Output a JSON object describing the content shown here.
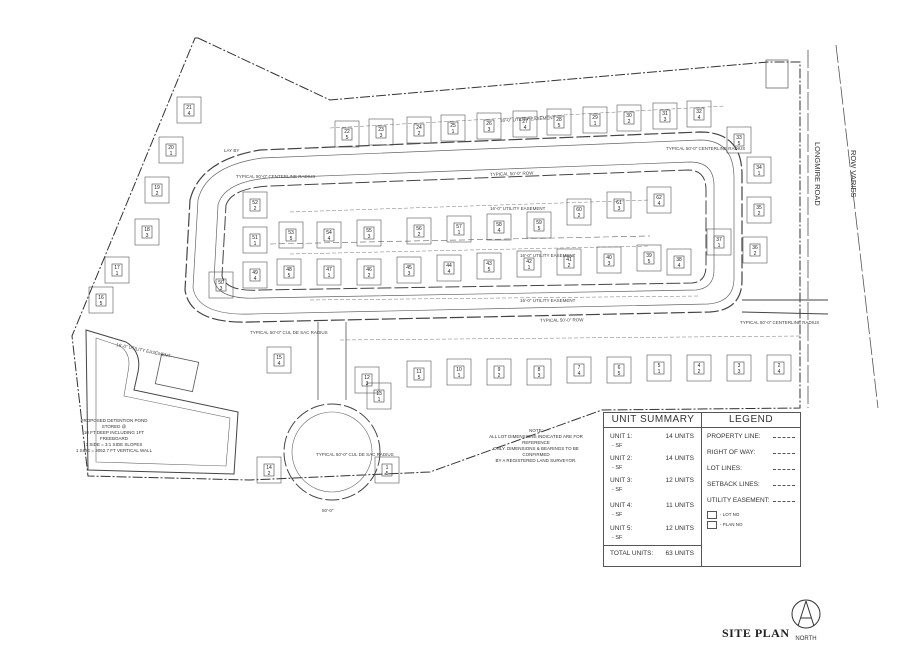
{
  "title": "SITE PLAN",
  "north_label": "NORTH",
  "road": {
    "name": "LONGMIRE ROAD",
    "row": "ROW VARIES"
  },
  "note": [
    "NOTE:",
    "ALL LOT DIMENSIONS INDICATED ARE FOR REFERENCE",
    "ONLY. DIMENSIONS & BEARINGS TO BE CONFIRMED",
    "BY A REGISTERED LAND SURVEYOR."
  ],
  "pond": [
    "PROPOSED DETENTION POND",
    "STORED @",
    "10 FT DEEP INCLUDING 1FT",
    "FREEBOARD",
    "3 SIDE = 3:1 SIDE SLOPES",
    "1 SIDE = 3052.7 FT VERTICAL WALL"
  ],
  "labels": {
    "row_typical": "TYPICAL 50'-0\" ROW",
    "centerline": "TYPICAL 50'-0\" CENTERLINE RADIUS",
    "utility": "16'-0\" UTILITY EASEMENT",
    "cul_de_sac": "TYPICAL 50'-0\" CUL DE SAC RADIUS",
    "cul_dim": "50'-0\"",
    "lay_by": "LAY BY"
  },
  "unit_summary": {
    "title": "UNIT SUMMARY",
    "rows": [
      {
        "unit": "UNIT 1:",
        "value": "14 UNITS",
        "sf": "- SF"
      },
      {
        "unit": "UNIT 2:",
        "value": "14 UNITS",
        "sf": "- SF"
      },
      {
        "unit": "UNIT 3:",
        "value": "12 UNITS",
        "sf": "- SF"
      },
      {
        "unit": "UNIT 4:",
        "value": "11 UNITS",
        "sf": "- SF"
      },
      {
        "unit": "UNIT 5:",
        "value": "12 UNITS",
        "sf": "- SF"
      }
    ],
    "total_label": "TOTAL UNITS:",
    "total_value": "63 UNITS"
  },
  "legend": {
    "title": "LEGEND",
    "items": [
      "PROPERTY LINE:",
      "RIGHT OF WAY:",
      "LOT LINES:",
      "SETBACK LINES:",
      "UTILITY EASEMENT:"
    ],
    "key": [
      "- LOT NO",
      "- PLAN NO"
    ]
  },
  "lots": [
    {
      "n": "22",
      "p": "5"
    },
    {
      "n": "23",
      "p": "3"
    },
    {
      "n": "24",
      "p": "2"
    },
    {
      "n": "25",
      "p": "1"
    },
    {
      "n": "26",
      "p": "3"
    },
    {
      "n": "27",
      "p": "4"
    },
    {
      "n": "28",
      "p": "5"
    },
    {
      "n": "29",
      "p": "1"
    },
    {
      "n": "30",
      "p": "2"
    },
    {
      "n": "31",
      "p": "3"
    },
    {
      "n": "32",
      "p": "4"
    },
    {
      "n": "33",
      "p": "5"
    },
    {
      "n": "34",
      "p": "1"
    },
    {
      "n": "35",
      "p": "2"
    },
    {
      "n": "21",
      "p": "4"
    },
    {
      "n": "20",
      "p": "1"
    },
    {
      "n": "19",
      "p": "2"
    },
    {
      "n": "18",
      "p": "3"
    },
    {
      "n": "17",
      "p": "1"
    },
    {
      "n": "16",
      "p": "5"
    },
    {
      "n": "52",
      "p": "2"
    },
    {
      "n": "51",
      "p": "1"
    },
    {
      "n": "50",
      "p": "3"
    },
    {
      "n": "53",
      "p": "5"
    },
    {
      "n": "54",
      "p": "4"
    },
    {
      "n": "55",
      "p": "3"
    },
    {
      "n": "56",
      "p": "2"
    },
    {
      "n": "57",
      "p": "1"
    },
    {
      "n": "58",
      "p": "4"
    },
    {
      "n": "59",
      "p": "5"
    },
    {
      "n": "60",
      "p": "2"
    },
    {
      "n": "61",
      "p": "3"
    },
    {
      "n": "62",
      "p": "4"
    },
    {
      "n": "49",
      "p": "4"
    },
    {
      "n": "48",
      "p": "5"
    },
    {
      "n": "47",
      "p": "1"
    },
    {
      "n": "46",
      "p": "2"
    },
    {
      "n": "45",
      "p": "3"
    },
    {
      "n": "44",
      "p": "4"
    },
    {
      "n": "43",
      "p": "5"
    },
    {
      "n": "42",
      "p": "1"
    },
    {
      "n": "41",
      "p": "2"
    },
    {
      "n": "40",
      "p": "3"
    },
    {
      "n": "39",
      "p": "5"
    },
    {
      "n": "38",
      "p": "4"
    },
    {
      "n": "37",
      "p": "1"
    },
    {
      "n": "36",
      "p": "2"
    },
    {
      "n": "15",
      "p": "4"
    },
    {
      "n": "14",
      "p": "2"
    },
    {
      "n": "13",
      "p": "1"
    },
    {
      "n": "12",
      "p": "3"
    },
    {
      "n": "11",
      "p": "5"
    },
    {
      "n": "10",
      "p": "1"
    },
    {
      "n": "9",
      "p": "2"
    },
    {
      "n": "8",
      "p": "3"
    },
    {
      "n": "7",
      "p": "4"
    },
    {
      "n": "6",
      "p": "5"
    },
    {
      "n": "5",
      "p": "1"
    },
    {
      "n": "4",
      "p": "2"
    },
    {
      "n": "3",
      "p": "3"
    },
    {
      "n": "2",
      "p": "4"
    },
    {
      "n": "1",
      "p": "5"
    },
    {
      "n": "63",
      "p": "1"
    }
  ]
}
